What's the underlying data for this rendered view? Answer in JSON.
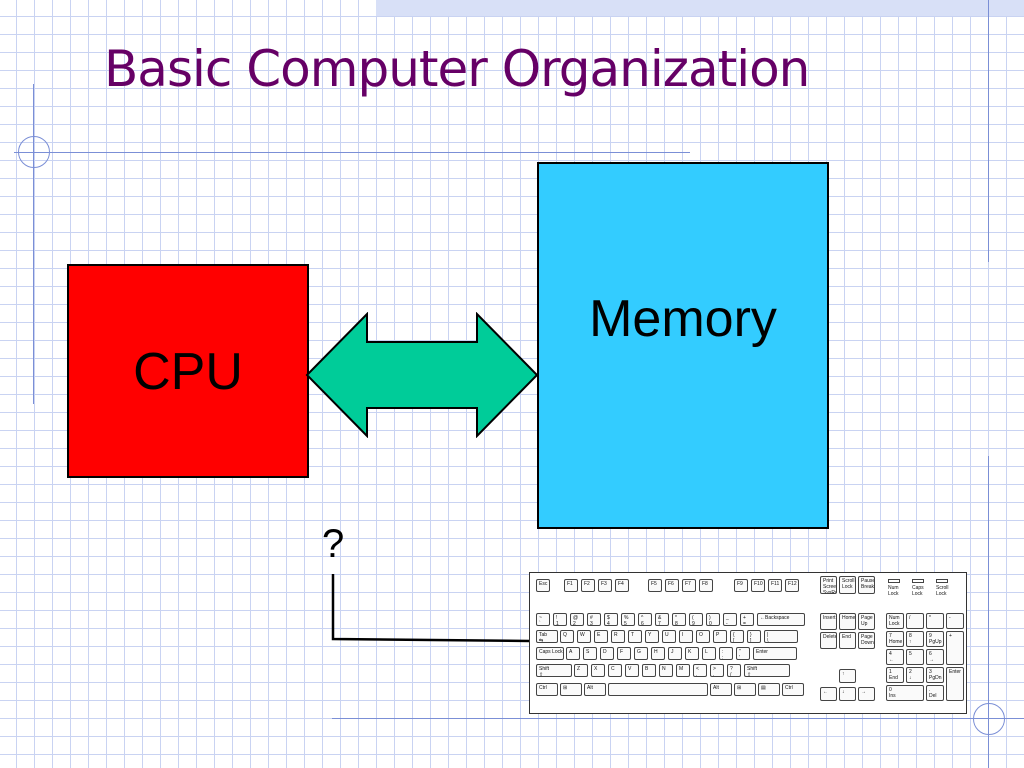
{
  "slide": {
    "title": "Basic Computer Organization"
  },
  "diagram": {
    "cpu_label": "CPU",
    "memory_label": "Memory",
    "io_unknown_label": "?",
    "colors": {
      "title": "#660066",
      "cpu": "#ff0000",
      "memory": "#33ccff",
      "bus_arrow": "#00cc99",
      "grid": "#c9d3f2"
    }
  },
  "keyboard": {
    "function_row": [
      "Esc",
      "F1",
      "F2",
      "F3",
      "F4",
      "F5",
      "F6",
      "F7",
      "F8",
      "F9",
      "F10",
      "F11",
      "F12"
    ],
    "system_keys": [
      "Print\nScreen\nSysRq",
      "Scroll\nLock",
      "Pause\nBreak"
    ],
    "indicators": [
      "Num\nLock",
      "Caps\nLock",
      "Scroll\nLock"
    ],
    "number_row": [
      "~\n`",
      "!\n1",
      "@\n2",
      "#\n3",
      "$\n4",
      "%\n5",
      "^\n6",
      "&\n7",
      "*\n8",
      "(\n9",
      ")\n0",
      "_\n-",
      "+\n=",
      "←Backspace"
    ],
    "qwerty_row": [
      "Tab\n⇆",
      "Q",
      "W",
      "E",
      "R",
      "T",
      "Y",
      "U",
      "I",
      "O",
      "P",
      "{\n[",
      "}\n]",
      "|\n\\"
    ],
    "home_row": [
      "Caps Lock",
      "A",
      "S",
      "D",
      "F",
      "G",
      "H",
      "J",
      "K",
      "L",
      ":\n;",
      "\"\n'",
      "Enter"
    ],
    "shift_row": [
      "Shift\n⇧",
      "Z",
      "X",
      "C",
      "V",
      "B",
      "N",
      "M",
      "<\n,",
      ">\n.",
      "?\n/",
      "Shift\n⇧"
    ],
    "bottom_row": [
      "Ctrl",
      "⊞",
      "Alt",
      "",
      "Alt",
      "⊞",
      "▤",
      "Ctrl"
    ],
    "edit_keys": [
      "Insert",
      "Home",
      "Page\nUp",
      "Delete",
      "End",
      "Page\nDown"
    ],
    "arrow_keys": [
      "↑",
      "←",
      "↓",
      "→"
    ],
    "numpad": [
      "Num\nLock",
      "/",
      "*",
      "-",
      "7\nHome",
      "8\n↑",
      "9\nPgUp",
      "+",
      "4\n←",
      "5",
      "6\n→",
      "1\nEnd",
      "2\n↓",
      "3\nPgDn",
      "Enter",
      "0\nIns",
      ".\nDel"
    ]
  }
}
